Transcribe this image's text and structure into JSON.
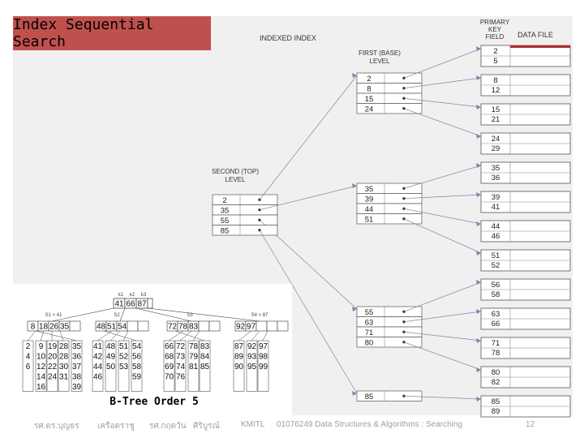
{
  "slide": {
    "title": "Index Sequential Search",
    "btree_caption": "B-Tree Order 5",
    "page_number": "12"
  },
  "footer": {
    "author1": "รศ.ดร.บุญธร",
    "author2": "เครือตราชู",
    "author3": "รศ.กฤตวัน",
    "author4": "ศิริบูรณ์",
    "org": "KMITL",
    "course": "01076249 Data Structures & Algorithms : Searching"
  },
  "diagram": {
    "indexed_index_label": "INDEXED INDEX",
    "primary_key_label": [
      "PRIMARY",
      "KEY",
      "FIELD"
    ],
    "data_file_label": "DATA FILE",
    "first_level_label": [
      "FIRST (BASE)",
      "LEVEL"
    ],
    "second_level_label": [
      "SECOND (TOP)",
      "LEVEL"
    ],
    "second_level_keys": [
      "2",
      "35",
      "55",
      "85"
    ],
    "first_level_groups": [
      [
        "2",
        "8",
        "15",
        "24"
      ],
      [
        "35",
        "39",
        "44",
        "51"
      ],
      [
        "55",
        "63",
        "71",
        "80"
      ],
      [
        "85"
      ]
    ],
    "data_file_pairs": [
      [
        "2",
        "5"
      ],
      [
        "8",
        "12"
      ],
      [
        "15",
        "21"
      ],
      [
        "24",
        "29"
      ],
      [
        "35",
        "36"
      ],
      [
        "39",
        "41"
      ],
      [
        "44",
        "46"
      ],
      [
        "51",
        "52"
      ],
      [
        "56",
        "58"
      ],
      [
        "63",
        "66"
      ],
      [
        "71",
        "78"
      ],
      [
        "80",
        "82"
      ],
      [
        "85",
        "89"
      ]
    ]
  },
  "btree": {
    "root_keys": [
      "41",
      "66",
      "87"
    ],
    "root_key_names": [
      "k1",
      "k2",
      "k3"
    ],
    "range_labels": [
      "S1 < 41",
      "S2",
      "S3",
      "S4 > 87"
    ],
    "level2": [
      [
        "8",
        "18",
        "26",
        "35"
      ],
      [
        "48",
        "51",
        "54"
      ],
      [
        "72",
        "78",
        "83"
      ],
      [
        "92",
        "97"
      ]
    ],
    "leaf_columns": [
      [
        "2",
        "4",
        "6"
      ],
      [
        "9",
        "10",
        "12",
        "14",
        "16"
      ],
      [
        "19",
        "20",
        "22",
        "24"
      ],
      [
        "28",
        "28",
        "30",
        "31"
      ],
      [
        "35",
        "36",
        "37",
        "38",
        "39"
      ],
      [
        "41",
        "42",
        "44",
        "46"
      ],
      [
        "48",
        "49",
        "50"
      ],
      [
        "51",
        "52",
        "53"
      ],
      [
        "54",
        "56",
        "58",
        "59"
      ],
      [
        "66",
        "68",
        "69",
        "70"
      ],
      [
        "72",
        "73",
        "74",
        "76"
      ],
      [
        "78",
        "79",
        "81"
      ],
      [
        "83",
        "84",
        "85"
      ],
      [
        "87",
        "89",
        "90"
      ],
      [
        "92",
        "93",
        "95"
      ],
      [
        "97",
        "98",
        "99"
      ]
    ]
  },
  "colors": {
    "title_bg": "#c0504d",
    "diagram_bg": "#f0f0f0",
    "data_highlight": "#b03030"
  }
}
